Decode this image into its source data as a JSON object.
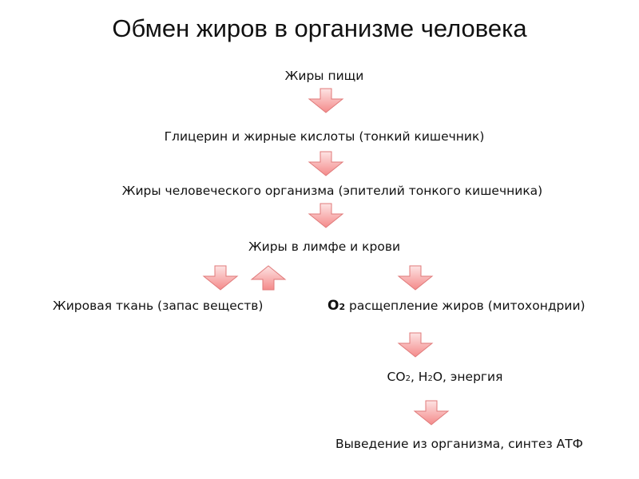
{
  "title": "Обмен жиров в организме человека",
  "steps": {
    "food_fats": "Жиры пищи",
    "glycerol": "Глицерин и жирные кислоты (тонкий кишечник)",
    "human_fats": "Жиры человеческого организма (эпителий тонкого кишечника)",
    "lymph_blood": "Жиры в лимфе и крови",
    "adipose": "Жировая ткань (запас веществ)",
    "o2": "O",
    "o2_sub": "2",
    "breakdown": "расщепление жиров (митохондрии)",
    "co2_a": "CO",
    "co2_sub": "2",
    "co2_b": ", H",
    "h2o_sub": "2",
    "co2_c": "O, энергия",
    "excretion": "Выведение из организма, синтез АТФ"
  },
  "colors": {
    "arrow_fill_top": "#fde3e3",
    "arrow_fill_bottom": "#f48a8a",
    "arrow_stroke": "#e07a7a"
  }
}
